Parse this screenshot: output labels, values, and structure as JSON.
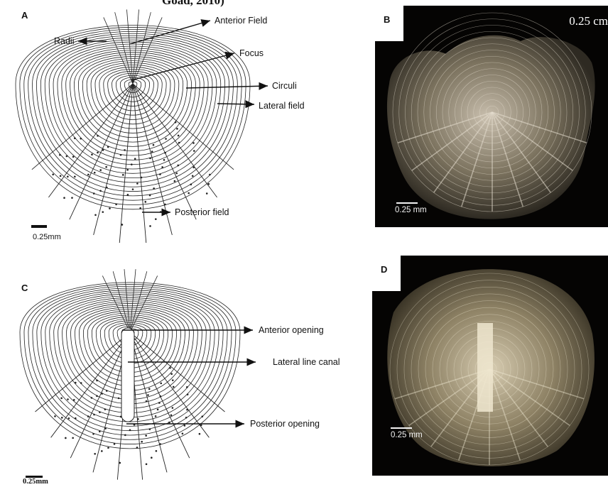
{
  "caption_fragment": "Goad, 2010)",
  "panels": {
    "A": {
      "letter": "A",
      "labels": {
        "anterior_field": "Anterior Field",
        "radii": "Radii",
        "focus": "Focus",
        "circuli": "Circuli",
        "lateral_field": "Lateral field",
        "posterior_field": "Posterior field"
      },
      "scale": "0.25mm"
    },
    "B": {
      "letter": "B",
      "corner_text": "0.25 cm",
      "scale": "0.25 mm"
    },
    "C": {
      "letter": "C",
      "labels": {
        "anterior_opening": "Anterior opening",
        "lateral_line_canal": "Lateral line canal",
        "posterior_opening": "Posterior opening"
      },
      "scale": "0.25mm"
    },
    "D": {
      "letter": "D",
      "scale": "0.25 mm"
    }
  },
  "colors": {
    "photo_background": "#050403",
    "scale_light": "#f2f2f2",
    "line": "#111111"
  }
}
